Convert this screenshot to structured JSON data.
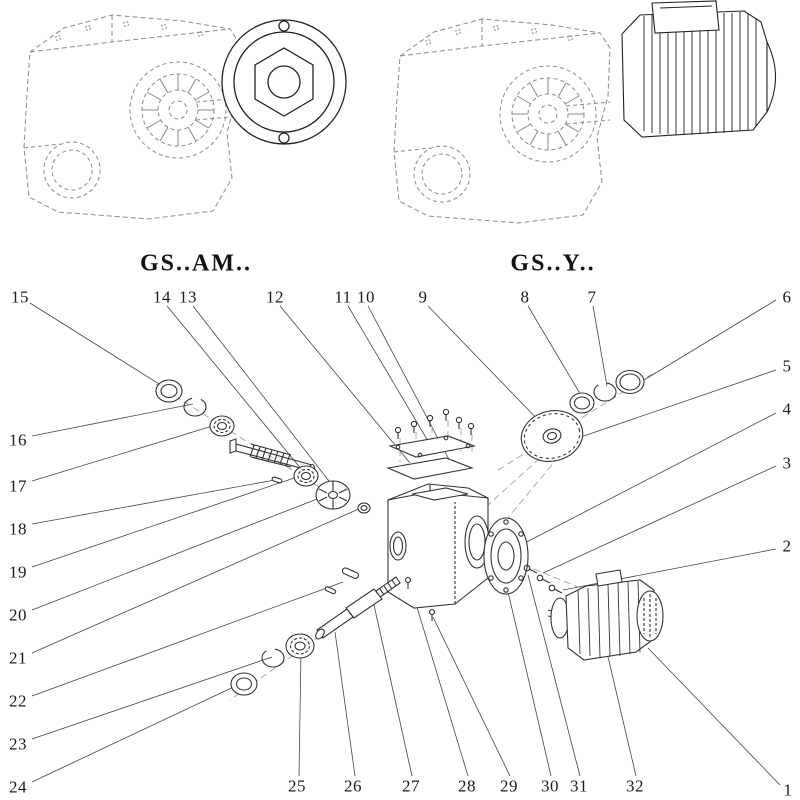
{
  "figure": {
    "type": "exploded-parts-diagram",
    "variant_labels": {
      "left": "GS..AM..",
      "right": "GS..Y.."
    },
    "callouts": {
      "top": [
        "15",
        "14",
        "13",
        "12",
        "11",
        "10",
        "9",
        "8",
        "7",
        "6"
      ],
      "left": [
        "16",
        "17",
        "18",
        "19",
        "20",
        "21",
        "22",
        "23",
        "24"
      ],
      "bottom": [
        "25",
        "26",
        "27",
        "28",
        "29",
        "30",
        "31",
        "32"
      ],
      "right": [
        "5",
        "4",
        "3",
        "2",
        "1"
      ]
    }
  }
}
